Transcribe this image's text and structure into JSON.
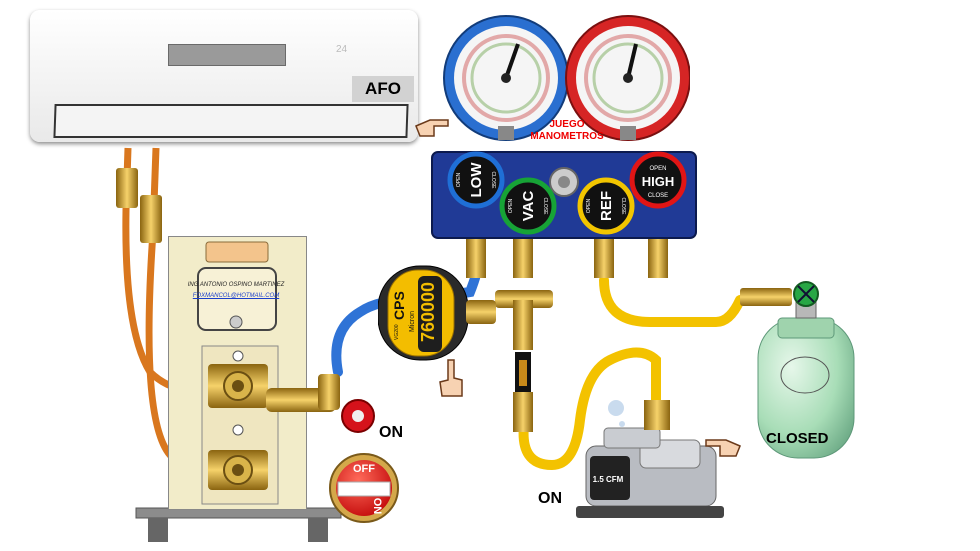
{
  "ac_unit": {
    "label": "AFO",
    "display_temp": "24"
  },
  "manifold": {
    "title_line1": "JUEGO",
    "title_line2": "MANOMETROS",
    "valves": [
      {
        "name": "LOW",
        "open": "OPEN",
        "close": "CLOSE",
        "color": "#1f6fd6"
      },
      {
        "name": "VAC",
        "open": "OPEN",
        "close": "CLOSE",
        "color": "#17a336"
      },
      {
        "name": "REF",
        "open": "OPEN",
        "close": "CLOSE",
        "color": "#f2c500"
      },
      {
        "name": "HIGH",
        "open": "OPEN",
        "close": "CLOSE",
        "color": "#e11515"
      }
    ],
    "body_color": "#203a96"
  },
  "gauges": {
    "low_color": "#2a6fd0",
    "high_color": "#d62525"
  },
  "vacuum_gauge": {
    "brand": "CPS",
    "reading": "760000",
    "unit": "Micron",
    "model": "VG200"
  },
  "service_tag": {
    "line1": "ING ANTONIO OSPINO MARTINEZ",
    "line2": "FOXMANCOL@HOTMAIL.COM"
  },
  "switch": {
    "off": "OFF",
    "on": "ON"
  },
  "labels": {
    "valve_state": "ON",
    "pump_state": "ON",
    "tank_state": "CLOSED"
  },
  "pump": {
    "capacity": "1.5 CFM"
  },
  "colors": {
    "hose_blue": "#2f73d6",
    "hose_yellow": "#f3c200",
    "copper": "#d9771e",
    "brass": "#d6a531",
    "tank": "#a8ddb7"
  }
}
